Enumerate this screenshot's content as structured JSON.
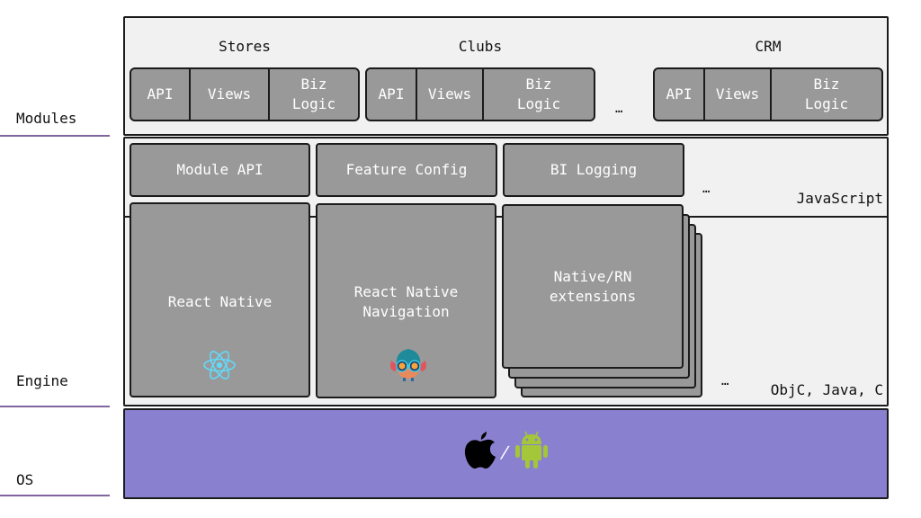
{
  "layers": {
    "modules": "Modules",
    "engine": "Engine",
    "os": "OS"
  },
  "modules": {
    "groups": [
      {
        "title": "Stores",
        "cells": [
          "API",
          "Views",
          "Biz\nLogic"
        ]
      },
      {
        "title": "Clubs",
        "cells": [
          "API",
          "Views",
          "Biz\nLogic"
        ]
      },
      {
        "title": "CRM",
        "cells": [
          "API",
          "Views",
          "Biz\nLogic"
        ]
      }
    ],
    "ellipsis": "…"
  },
  "javascript": {
    "boxes": [
      "Module API",
      "Feature Config",
      "BI Logging"
    ],
    "ellipsis": "…",
    "label": "JavaScript"
  },
  "native": {
    "react_native": "React Native",
    "react_native_navigation": "React Native\nNavigation",
    "extensions": "Native/RN\nextensions",
    "ellipsis": "…",
    "label": "ObjC, Java, C"
  },
  "os": {
    "separator": "/",
    "icons": [
      "apple-icon",
      "android-icon"
    ]
  },
  "colors": {
    "box_fill": "#999999",
    "panel_fill": "#f1f1f1",
    "os_fill": "#8980cf",
    "layer_line": "#6a4a8e",
    "react_blue": "#61dafb",
    "android_green": "#a4c639"
  }
}
